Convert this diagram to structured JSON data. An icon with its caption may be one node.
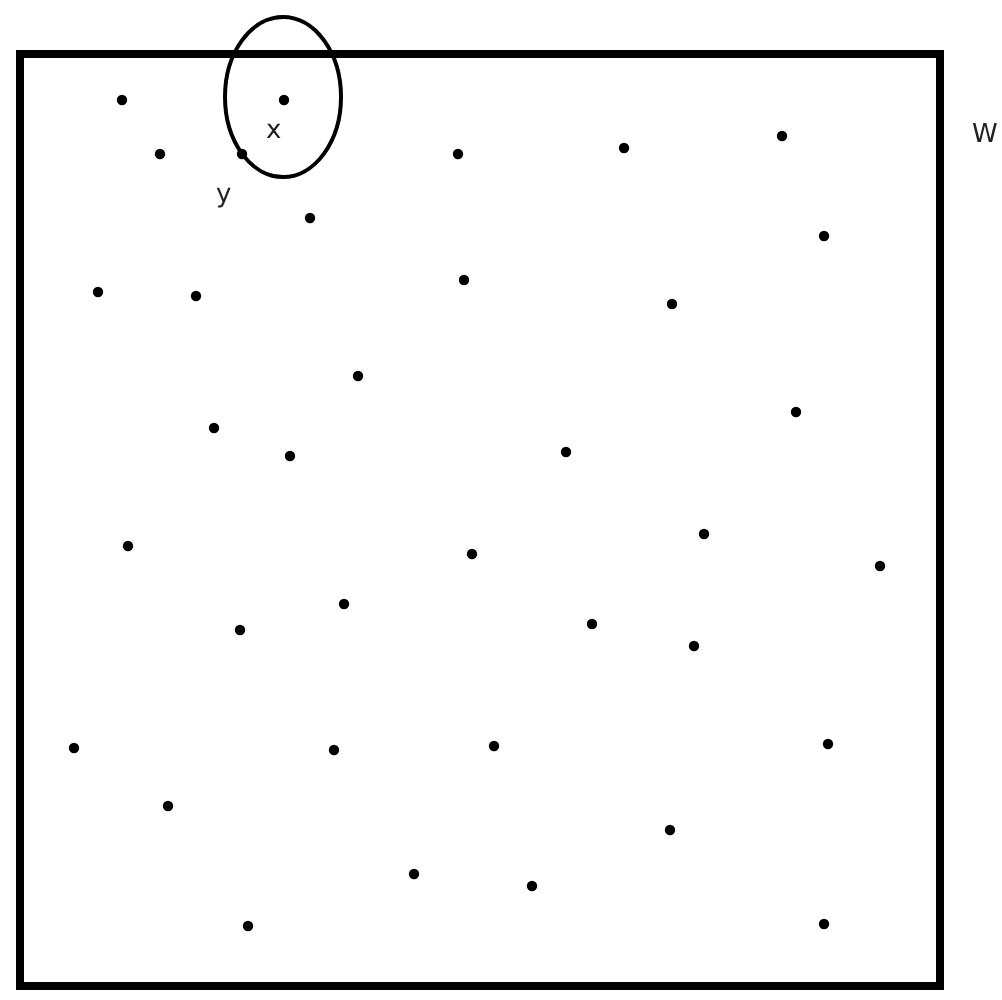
{
  "diagram": {
    "nodes": [
      {
        "text": [
          "W"
        ]
      },
      {
        "text": [
          "x"
        ]
      }
    ],
    "labels": [
      "y"
    ]
  }
}
